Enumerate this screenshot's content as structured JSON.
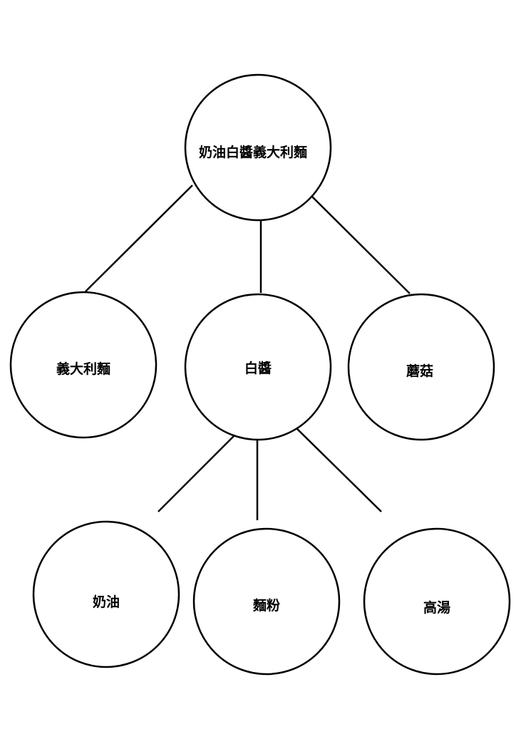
{
  "diagram": {
    "type": "tree",
    "root": {
      "label": "奶油白醬義大利麵"
    },
    "level1": [
      {
        "label": "義大利麵"
      },
      {
        "label": "白醬"
      },
      {
        "label": "蘑菇"
      }
    ],
    "level2": [
      {
        "label": "奶油"
      },
      {
        "label": "麵粉"
      },
      {
        "label": "高湯"
      }
    ],
    "edges": [
      [
        "奶油白醬義大利麵",
        "義大利麵"
      ],
      [
        "奶油白醬義大利麵",
        "白醬"
      ],
      [
        "奶油白醬義大利麵",
        "蘑菇"
      ],
      [
        "白醬",
        "奶油"
      ],
      [
        "白醬",
        "麵粉"
      ],
      [
        "白醬",
        "高湯"
      ]
    ]
  }
}
